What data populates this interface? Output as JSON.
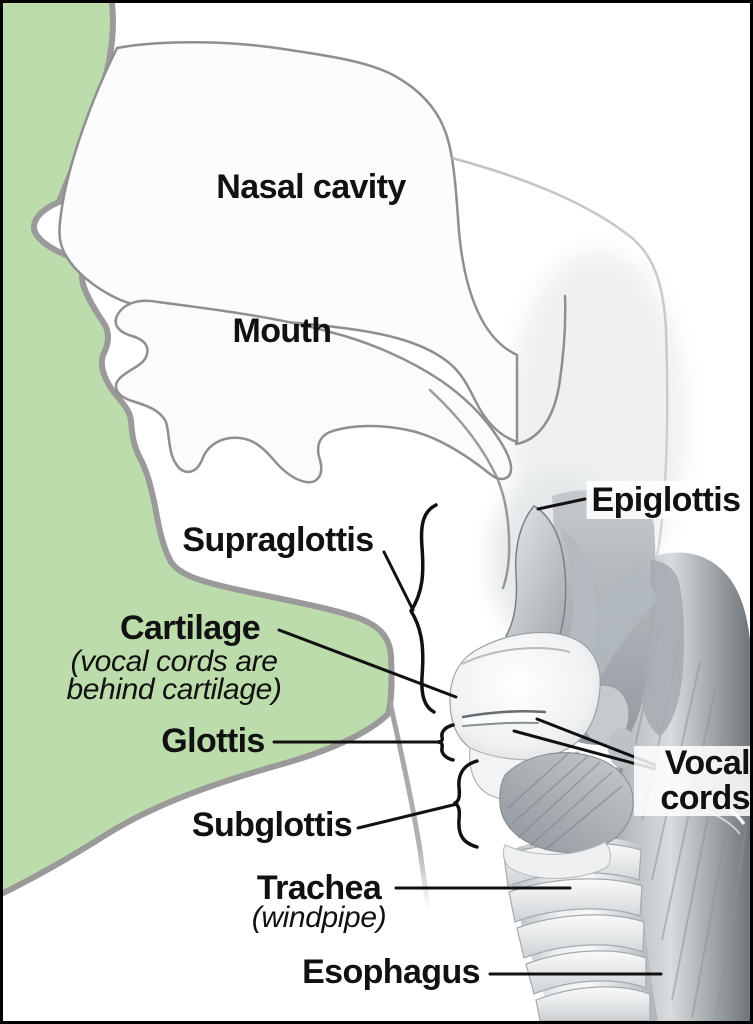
{
  "diagram": {
    "subject": "Head and neck cross-section showing regions of the larynx",
    "labels": {
      "nasal_cavity": "Nasal cavity",
      "mouth": "Mouth",
      "epiglottis": "Epiglottis",
      "supraglottis": "Supraglottis",
      "cartilage": "Cartilage",
      "cartilage_note_line1": "(vocal cords are",
      "cartilage_note_line2": "behind cartilage)",
      "glottis": "Glottis",
      "vocal_cords": "Vocal cords",
      "subglottis": "Subglottis",
      "trachea": "Trachea",
      "trachea_note": "(windpipe)",
      "esophagus": "Esophagus"
    },
    "colors": {
      "silhouette_green": "#bddcab",
      "outline_gray": "#9a9a9a",
      "label_black": "#111111",
      "frame_black": "#000000",
      "background_white": "#ffffff"
    }
  }
}
